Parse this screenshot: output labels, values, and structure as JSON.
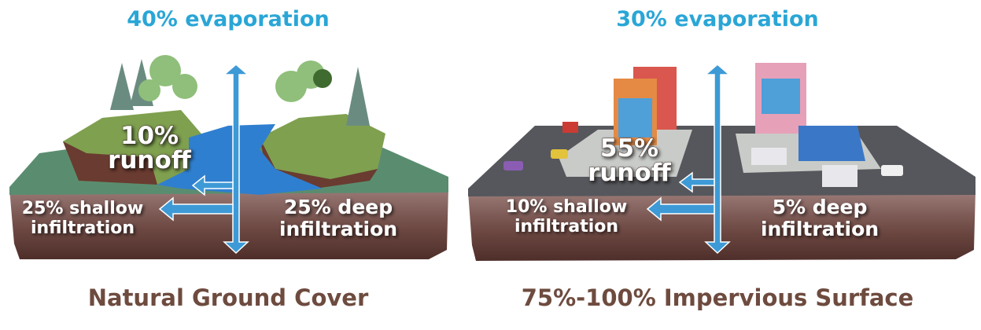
{
  "panels": [
    {
      "evaporation": "40% evaporation",
      "runoff_pct": "10%",
      "runoff_word": "runoff",
      "shallow": "25% shallow",
      "shallow_word": "infiltration",
      "deep": "25% deep",
      "deep_word": "infiltration",
      "caption": "Natural Ground Cover"
    },
    {
      "evaporation": "30% evaporation",
      "runoff_pct": "55%",
      "runoff_word": "runoff",
      "shallow": "10% shallow",
      "shallow_word": "infiltration",
      "deep": "5% deep",
      "deep_word": "infiltration",
      "caption": "75%-100% Impervious Surface"
    }
  ],
  "colors": {
    "title": "#2aa6d6",
    "caption": "#6e4b3f",
    "arrow": "#3d9ad6",
    "water": "#2f7fd0",
    "grass": "#5f8f5a",
    "road": "#55575c"
  }
}
